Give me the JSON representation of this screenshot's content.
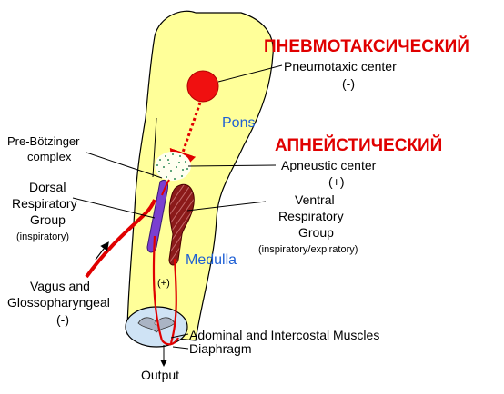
{
  "colors": {
    "brainstem_fill": "#ffff99",
    "red": "#e00000",
    "purple": "#7a3fd0",
    "ventral_brown": "#8b1a1a",
    "region_blue": "#1e5fd4",
    "cord_cross_section": "#cfe3f5"
  },
  "titles": {
    "pneumotaxic_ru": "ПНЕВМОТАКСИЧЕСКИЙ",
    "apneustic_ru": "АПНЕЙСТИЧЕСКИЙ"
  },
  "regions": {
    "pons": "Pons",
    "medulla": "Medulla"
  },
  "labels": {
    "pneumotaxic_center": "Pneumotaxic center",
    "pneumotaxic_sign": "(-)",
    "apneustic_center": "Apneustic center",
    "apneustic_sign": "(+)",
    "pre_botzinger_1": "Pre-Bötzinger",
    "pre_botzinger_2": "complex",
    "dorsal_1": "Dorsal",
    "dorsal_2": "Respiratory",
    "dorsal_3": "Group",
    "dorsal_4": "(inspiratory)",
    "ventral_1": "Ventral",
    "ventral_2": "Respiratory",
    "ventral_3": "Group",
    "ventral_4": "(inspiratory/expiratory)",
    "vagus_1": "Vagus and",
    "vagus_2": "Glossopharyngeal",
    "vagus_sign": "(-)",
    "plus_sign": "(+)",
    "muscles": "Adominal and Intercostal Muscles",
    "diaphragm": "Diaphragm",
    "output": "Output"
  }
}
